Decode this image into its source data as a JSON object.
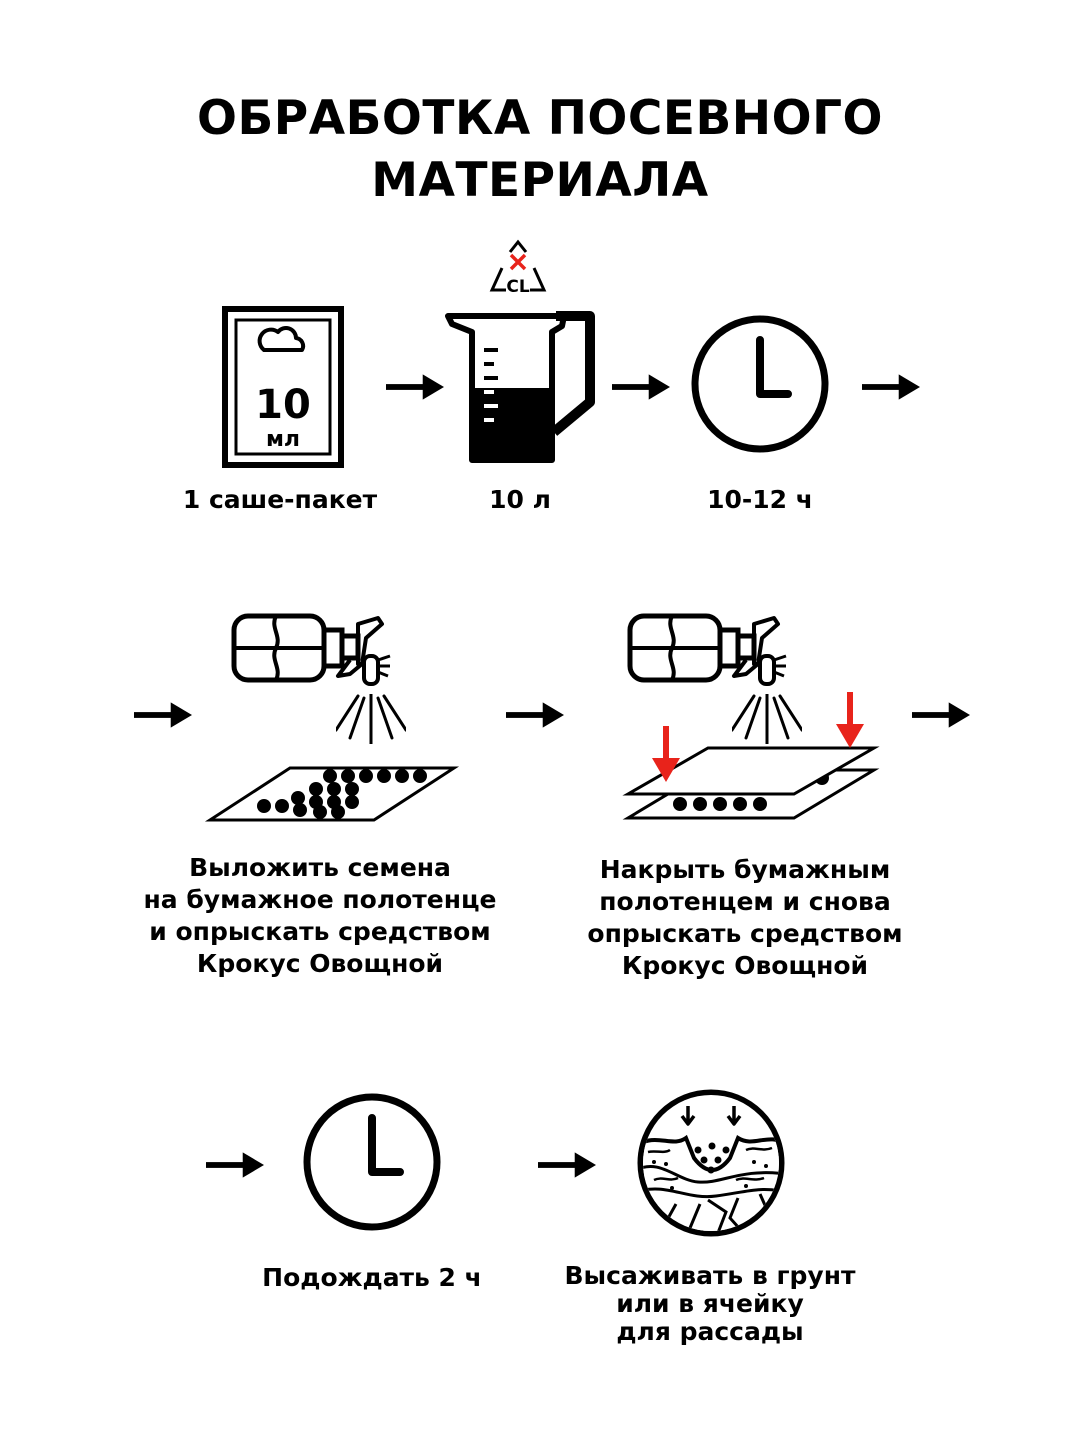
{
  "title": {
    "line1": "ОБРАБОТКА ПОСЕВНОГО",
    "line2": "МАТЕРИАЛА"
  },
  "icons": {
    "no_chlorine_text": "CL",
    "sachet_number": "10",
    "sachet_unit": "мл"
  },
  "steps": {
    "sachet": "1 саше-пакет",
    "water": "10 л",
    "soak": "10-12 ч",
    "spray_seeds": {
      "line1": "Выложить семена",
      "line2": "на бумажное полотенце",
      "line3": "и опрыскать средством",
      "line4": "Крокус Овощной"
    },
    "cover_spray": {
      "line1": "Накрыть бумажным",
      "line2": "полотенцем и снова",
      "line3": "опрыскать средством",
      "line4": "Крокус Овощной"
    },
    "wait": "Подождать 2 ч",
    "plant": {
      "line1": "Высаживать в грунт",
      "line2": "или в ячейку",
      "line3": "для рассады"
    }
  },
  "colors": {
    "accent_arrow": "#e8231b"
  }
}
